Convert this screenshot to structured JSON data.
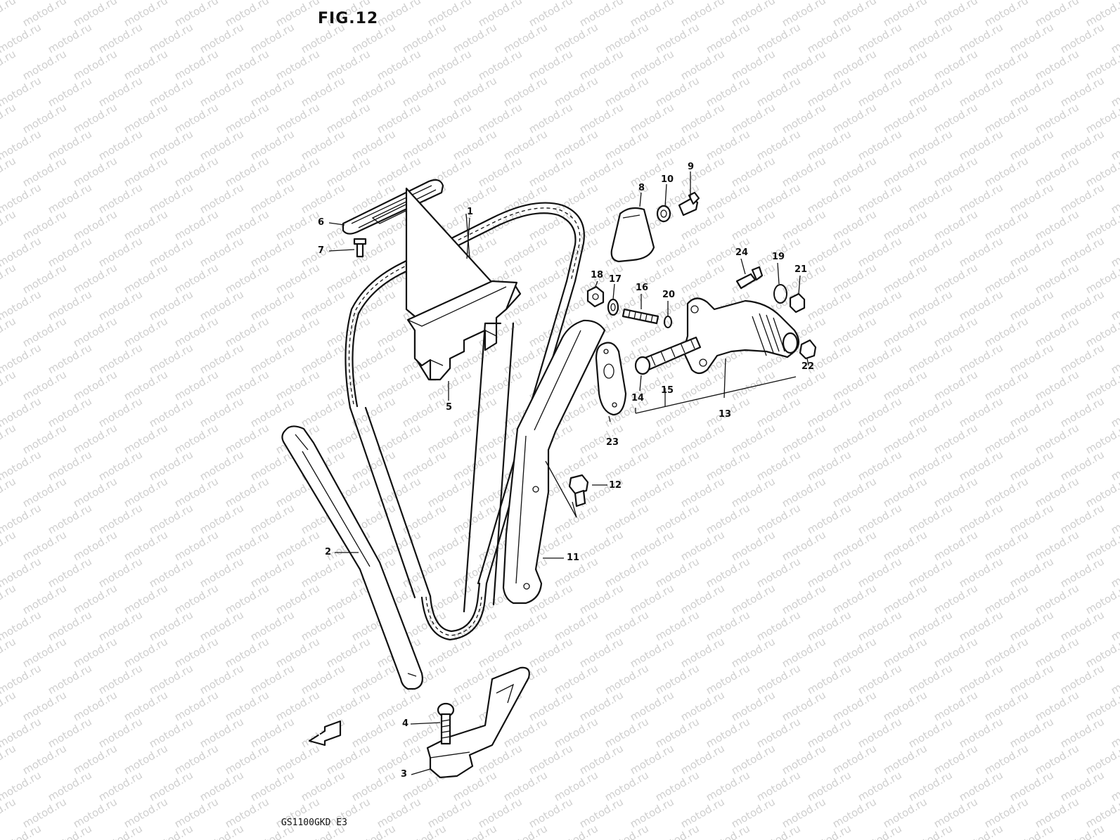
{
  "figure": {
    "title": "FIG.12",
    "model_code": "GS1100GKD  E3",
    "watermark_text": "motod.ru",
    "front_arrow_label": "F"
  },
  "callouts": [
    {
      "id": "1",
      "label": "1"
    },
    {
      "id": "2",
      "label": "2"
    },
    {
      "id": "3",
      "label": "3"
    },
    {
      "id": "4",
      "label": "4"
    },
    {
      "id": "5",
      "label": "5"
    },
    {
      "id": "6",
      "label": "6"
    },
    {
      "id": "7",
      "label": "7"
    },
    {
      "id": "8",
      "label": "8"
    },
    {
      "id": "9",
      "label": "9"
    },
    {
      "id": "10",
      "label": "10"
    },
    {
      "id": "11",
      "label": "11"
    },
    {
      "id": "12",
      "label": "12"
    },
    {
      "id": "13",
      "label": "13"
    },
    {
      "id": "14",
      "label": "14"
    },
    {
      "id": "15",
      "label": "15"
    },
    {
      "id": "16",
      "label": "16"
    },
    {
      "id": "17",
      "label": "17"
    },
    {
      "id": "18",
      "label": "18"
    },
    {
      "id": "19",
      "label": "19"
    },
    {
      "id": "20",
      "label": "20"
    },
    {
      "id": "21",
      "label": "21"
    },
    {
      "id": "22",
      "label": "22"
    },
    {
      "id": "23",
      "label": "23"
    },
    {
      "id": "24",
      "label": "24"
    }
  ],
  "colors": {
    "line": "#111111",
    "background": "#ffffff",
    "watermark": "#cfcfcf"
  }
}
